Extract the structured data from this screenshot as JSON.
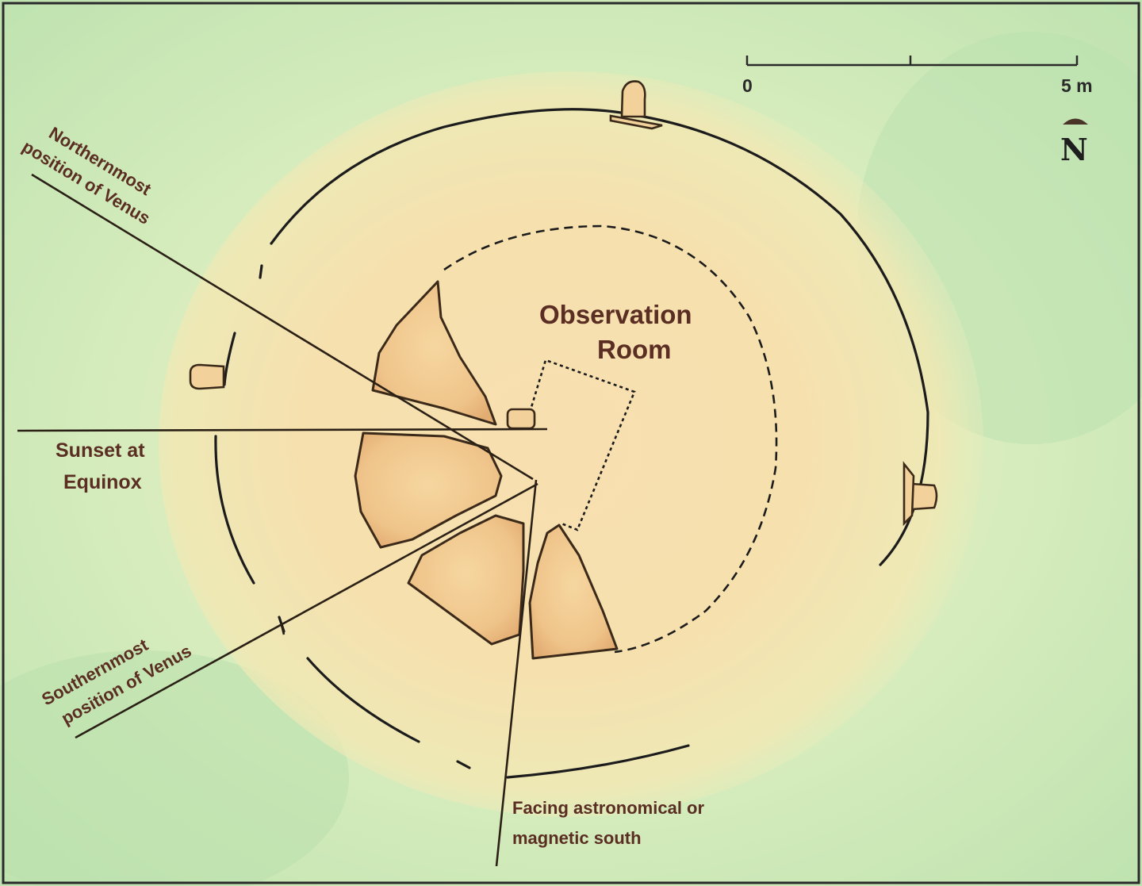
{
  "labels": {
    "room_line1": "Observation",
    "room_line2": "Room",
    "northern_line1": "Northernmost",
    "northern_line2": "position of Venus",
    "sunset_line1": "Sunset at",
    "sunset_line2": "Equinox",
    "southern_line1": "Southernmost",
    "southern_line2": "position of Venus",
    "south_line1": "Facing astronomical or",
    "south_line2": "magnetic south"
  },
  "scale_bar": {
    "start_label": "0",
    "end_label": "5 m"
  },
  "north_arrow": {
    "label": "N"
  },
  "colors": {
    "ground": "#cfe8b7",
    "mound": "#f6d9a2",
    "stone": "#f0c98e",
    "ink": "#1c1c1c",
    "label_text": "#5a2e22"
  }
}
